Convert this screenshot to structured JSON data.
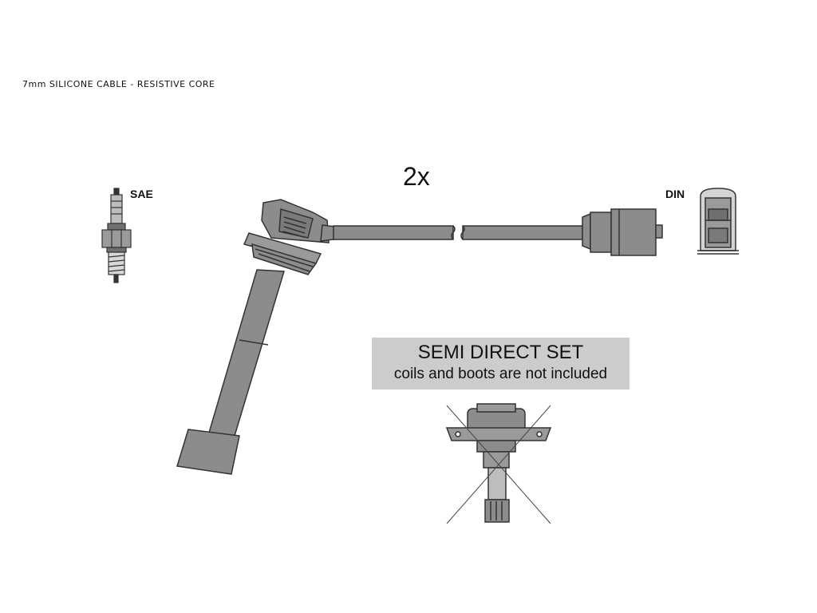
{
  "spec_line": "7mm SILICONE CABLE - RESISTIVE CORE",
  "quantity": "2x",
  "plug_standard_left": "SAE",
  "plug_standard_right": "DIN",
  "notice": {
    "title": "SEMI DIRECT SET",
    "subtitle": "coils and boots are not included"
  },
  "colors": {
    "part_fill": "#8c8c8c",
    "outline": "#333333",
    "notice_bg": "#cccccc"
  }
}
